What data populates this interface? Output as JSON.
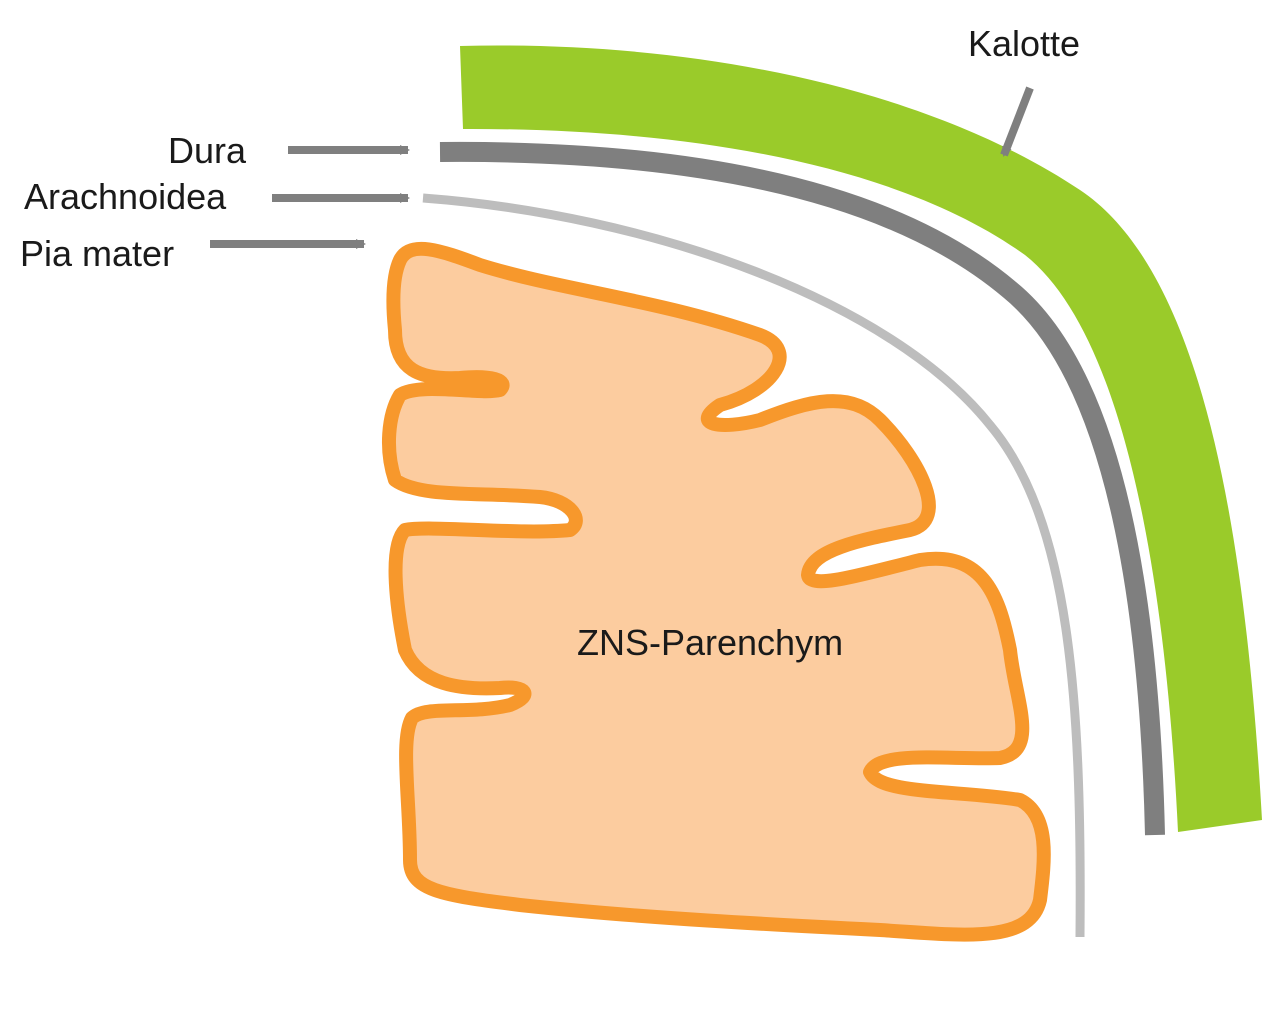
{
  "labels": {
    "skull": "Kalotte",
    "dura": "Dura",
    "arachnoid": "Arachnoidea",
    "pia": "Pia mater",
    "parenchyma": "ZNS-Parenchym"
  },
  "colors": {
    "skull": "#9acb2a",
    "dura": "#7f7f7f",
    "arachnoid": "#bdbdbd",
    "parenchyma_fill": "#fccc9f",
    "parenchyma_stroke": "#f7982c",
    "arrow": "#7f7f7f",
    "text": "#1a1a1a"
  }
}
